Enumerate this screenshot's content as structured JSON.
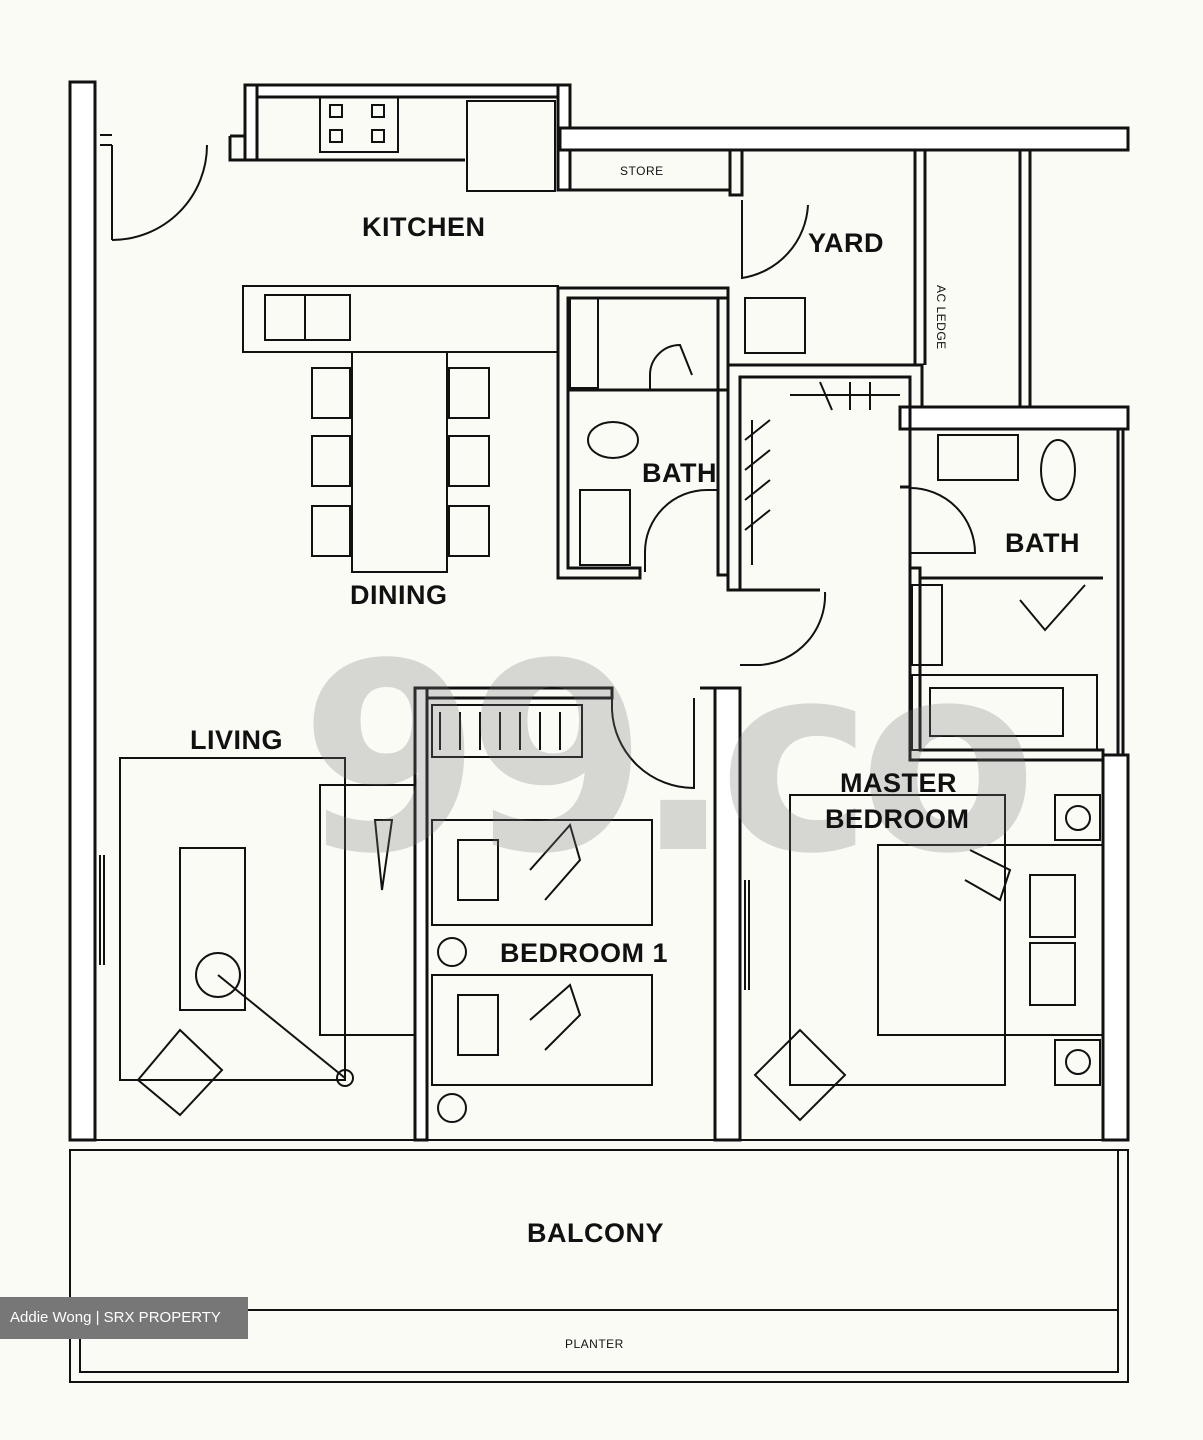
{
  "rooms": {
    "kitchen": "KITCHEN",
    "yard": "YARD",
    "store": "STORE",
    "ac_ledge": "AC LEDGE",
    "bath_common": "BATH",
    "bath_master": "BATH",
    "dining": "DINING",
    "living": "LIVING",
    "bedroom1": "BEDROOM 1",
    "master_bedroom_line1": "MASTER",
    "master_bedroom_line2": "BEDROOM",
    "balcony": "BALCONY",
    "planter": "PLANTER"
  },
  "watermark": "99.co",
  "credit": "Addie Wong | SRX PROPERTY"
}
